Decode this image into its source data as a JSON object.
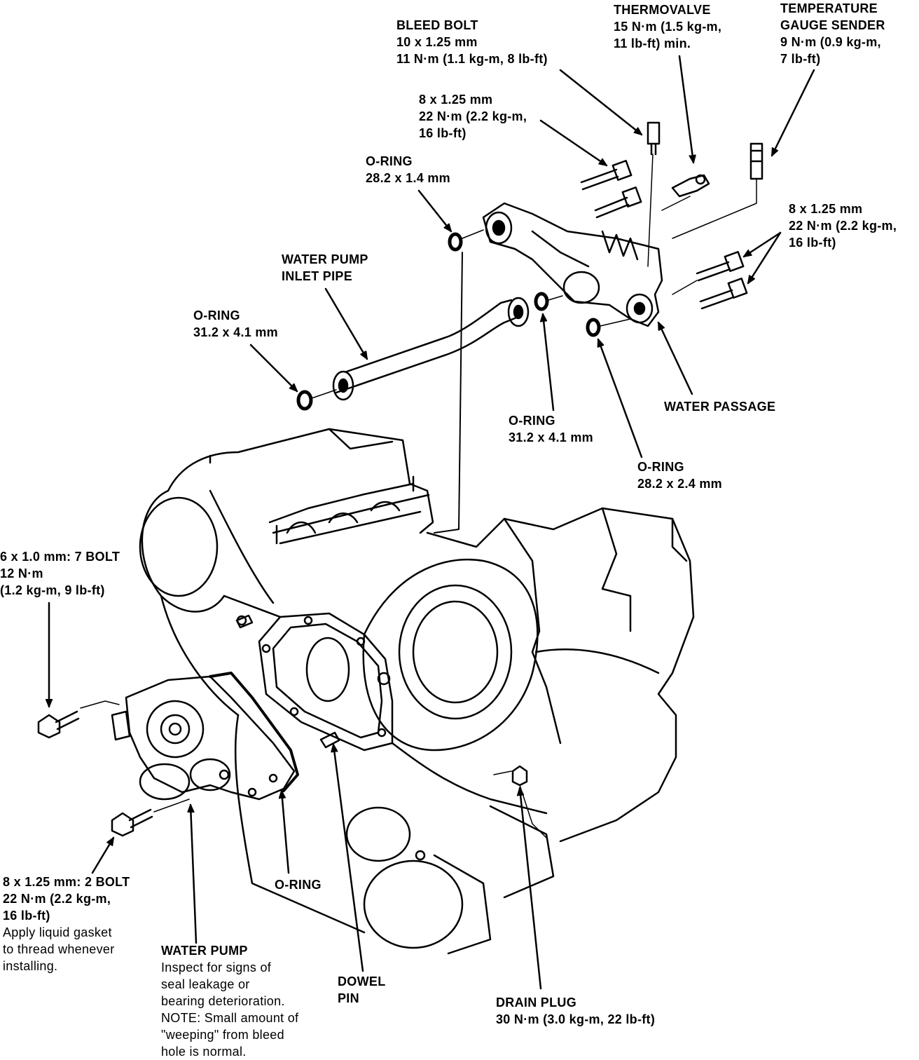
{
  "colors": {
    "ink": "#000000",
    "paper": "#ffffff"
  },
  "labels": {
    "bleed_bolt": [
      "BLEED BOLT",
      "10 x 1.25 mm",
      "11 N·m (1.1 kg-m, 8 lb-ft)"
    ],
    "thermovalve": [
      "THERMOVALVE",
      "15 N·m (1.5 kg-m,",
      "11 lb-ft) min."
    ],
    "temp_sender": [
      "TEMPERATURE",
      "GAUGE SENDER",
      "9 N·m (0.9 kg-m,",
      "7 lb-ft)"
    ],
    "bolt_8_top": [
      "8 x 1.25 mm",
      "22 N·m (2.2 kg-m,",
      "16 lb-ft)"
    ],
    "oring_top": [
      "O-RING",
      "28.2 x 1.4 mm"
    ],
    "bolt_8_right": [
      "8 x 1.25 mm",
      "22 N·m (2.2 kg-m,",
      "16 lb-ft)"
    ],
    "inlet_pipe": [
      "WATER PUMP",
      "INLET PIPE"
    ],
    "oring_left": [
      "O-RING",
      "31.2 x 4.1 mm"
    ],
    "water_passage": [
      "WATER PASSAGE"
    ],
    "oring_mid": [
      "O-RING",
      "31.2 x 4.1 mm"
    ],
    "oring_right": [
      "O-RING",
      "28.2 x 2.4 mm"
    ],
    "bolt_6": [
      "6 x 1.0 mm: 7 BOLT",
      "12 N·m",
      "(1.2 kg-m, 9 lb-ft)"
    ],
    "bolt_2": [
      "8 x 1.25 mm: 2 BOLT",
      "22 N·m (2.2 kg-m,",
      "16 lb-ft)"
    ],
    "bolt_2_note": [
      "Apply liquid gasket",
      "to thread whenever",
      "installing."
    ],
    "oring_pump": [
      "O-RING"
    ],
    "water_pump": [
      "WATER PUMP"
    ],
    "water_pump_note": [
      "Inspect for signs of",
      "seal leakage or",
      "bearing deterioration.",
      "NOTE: Small amount of",
      "\"weeping\" from bleed",
      "hole is normal."
    ],
    "dowel_pin": [
      "DOWEL",
      "PIN"
    ],
    "drain_plug": [
      "DRAIN PLUG",
      "30 N·m (3.0 kg-m, 22 lb-ft)"
    ]
  }
}
